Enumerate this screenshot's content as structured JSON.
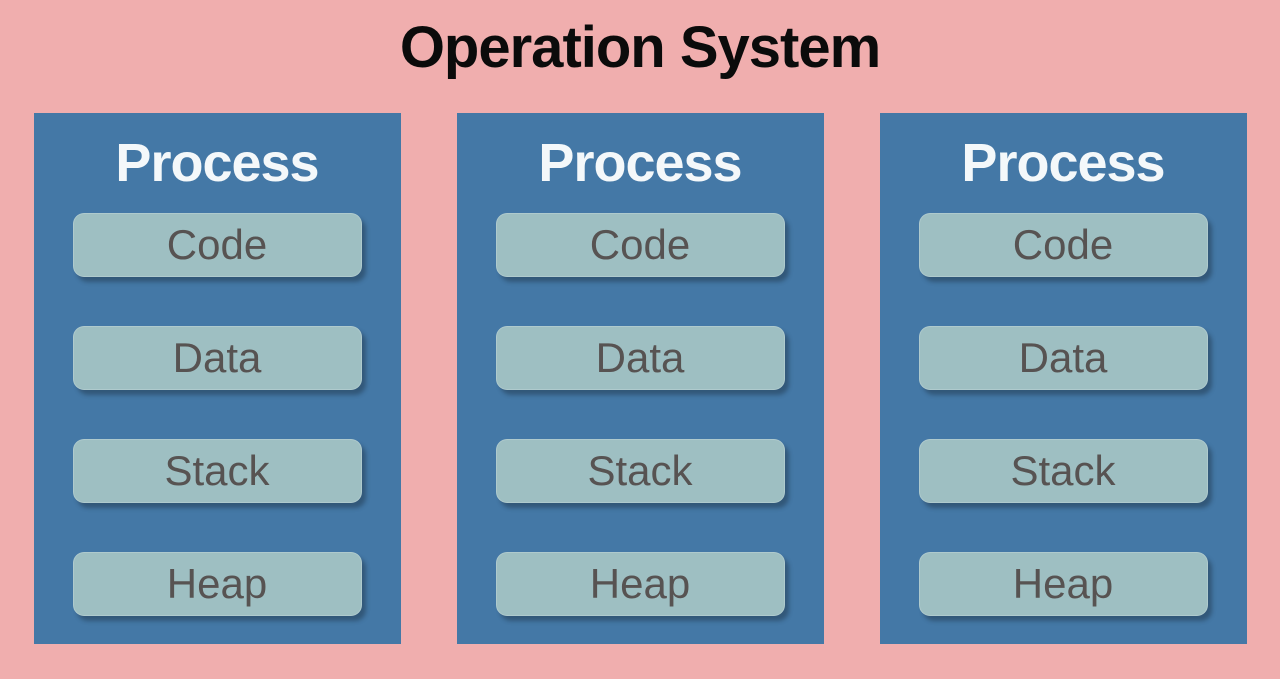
{
  "title": "Operation System",
  "colors": {
    "pink": "#f0aeae",
    "blue": "#4478a6",
    "teal": "#9ebfc2",
    "segtext": "#575352",
    "titletext": "#0b0b0b",
    "proctext": "#f4f8fa"
  },
  "processes": [
    {
      "label": "Process",
      "segments": [
        "Code",
        "Data",
        "Stack",
        "Heap"
      ]
    },
    {
      "label": "Process",
      "segments": [
        "Code",
        "Data",
        "Stack",
        "Heap"
      ]
    },
    {
      "label": "Process",
      "segments": [
        "Code",
        "Data",
        "Stack",
        "Heap"
      ]
    }
  ]
}
